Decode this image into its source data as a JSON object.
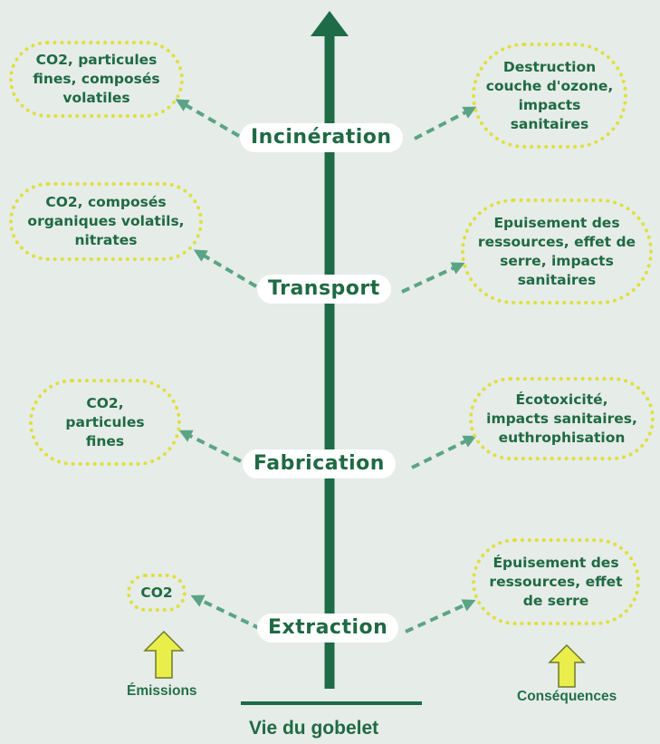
{
  "colors": {
    "background": "#e6ece8",
    "axis": "#1d6b47",
    "arrow": "#5aa485",
    "bubble_border": "#dfe03a",
    "text": "#1f6a43",
    "up_arrow_fill": "#e9ee4a"
  },
  "timeline_label": "Vie du gobelet",
  "legend": {
    "emissions": "Émissions",
    "consequences": "Conséquences"
  },
  "stages": [
    {
      "name": "Incinération",
      "emissions": [
        "CO2, particules",
        "fines, composés",
        "volatiles"
      ],
      "consequences": [
        "Destruction",
        "couche d'ozone,",
        "impacts",
        "sanitaires"
      ]
    },
    {
      "name": "Transport",
      "emissions": [
        "CO2, composés",
        "organiques volatils,",
        "nitrates"
      ],
      "consequences": [
        "Epuisement des",
        "ressources, effet de",
        "serre, impacts",
        "sanitaires"
      ]
    },
    {
      "name": "Fabrication",
      "emissions": [
        "CO2,",
        "particules",
        "fines"
      ],
      "consequences": [
        "Écotoxicité,",
        "impacts sanitaires,",
        "euthrophisation"
      ]
    },
    {
      "name": "Extraction",
      "emissions": [
        "CO2"
      ],
      "consequences": [
        "Épuisement des",
        "ressources, effet",
        "de serre"
      ]
    }
  ]
}
